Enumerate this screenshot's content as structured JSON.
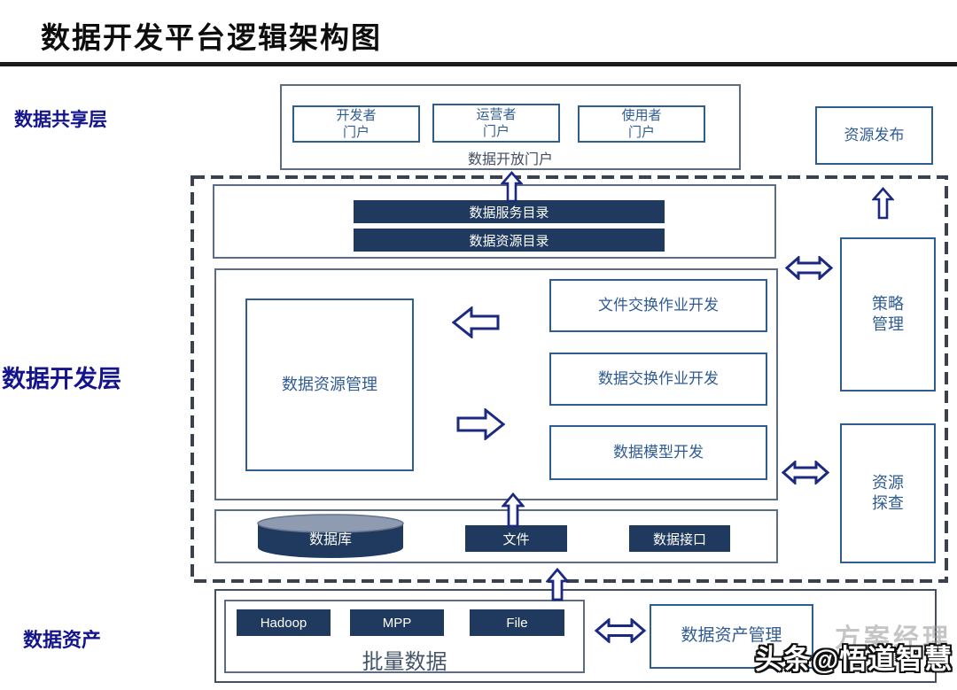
{
  "title": "数据开发平台逻辑架构图",
  "layer_labels": {
    "sharing": "数据共享层",
    "development": "数据开发层",
    "assets": "数据资产"
  },
  "sharing_layer": {
    "portals": [
      {
        "label": "开发者\n门户"
      },
      {
        "label": "运营者\n门户"
      },
      {
        "label": "使用者\n门户"
      }
    ],
    "portal_caption": "数据开放门户",
    "resource_publish": "资源发布"
  },
  "catalogs": {
    "service_catalog": "数据服务目录",
    "resource_catalog": "数据资源目录"
  },
  "development_layer": {
    "resource_management": "数据资源管理",
    "jobs": [
      {
        "label": "文件交换作业开发"
      },
      {
        "label": "数据交换作业开发"
      },
      {
        "label": "数据模型开发"
      }
    ],
    "policy_management": "策略\n管理",
    "resource_exploration": "资源\n探查",
    "sources": {
      "database": "数据库",
      "file": "文件",
      "data_interface": "数据接口"
    }
  },
  "assets_layer": {
    "engines": [
      {
        "label": "Hadoop"
      },
      {
        "label": "MPP"
      },
      {
        "label": "File"
      }
    ],
    "batch_caption": "批量数据",
    "asset_management": "数据资产管理"
  },
  "watermark": {
    "primary": "头条@悟道智慧",
    "secondary": "方案经理"
  },
  "colors": {
    "navy_fill": "#1f3a5e",
    "cylinder_top": "#8e9bb1",
    "box_border_blue": "#2e5d8f",
    "box_text_blue": "#2f5b94",
    "outer_border_gray": "#5c6c84",
    "dashed_border": "#39424e",
    "layer_label_blue": "#14148c",
    "arrow_navy": "#1b2a80"
  }
}
